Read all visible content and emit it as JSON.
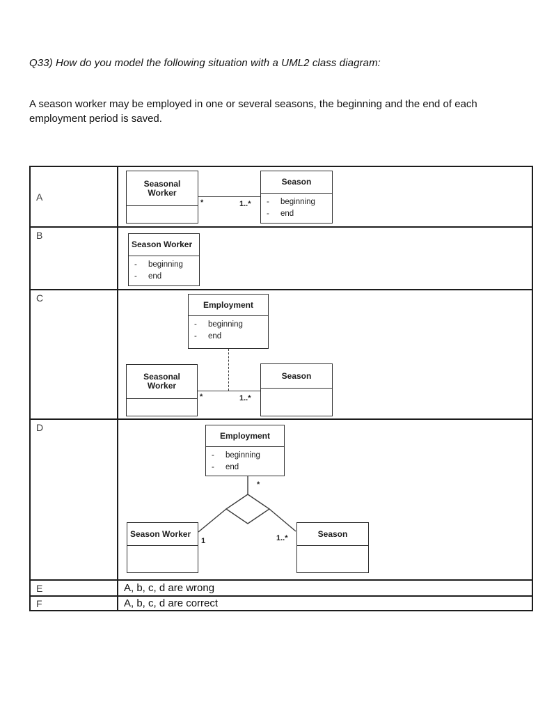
{
  "page": {
    "question": "Q33) How do you model the following situation with a UML2 class diagram:",
    "description_line1": "A season worker may be employed in one or several seasons, the beginning and the end of each",
    "description_line2": "employment period is saved."
  },
  "rows": [
    {
      "label": "A"
    },
    {
      "label": "B"
    },
    {
      "label": "C"
    },
    {
      "label": "D"
    },
    {
      "label": "E",
      "text": "A, b, c, d are wrong"
    },
    {
      "label": "F",
      "text": "A, b, c, d are correct"
    }
  ],
  "uml": {
    "class_seasonal_worker": "Seasonal Worker",
    "class_season_worker": "Season Worker",
    "class_season": "Season",
    "class_employment": "Employment",
    "attr_dash": "-",
    "attr_beginning": "beginning",
    "attr_end": "end",
    "mult_many": "*",
    "mult_one_to_many": "1..*",
    "mult_one": "1"
  },
  "colors": {
    "ink": "#1a1a1a",
    "table_border": "#1c1c1c",
    "class_border": "#2e2e2e"
  }
}
